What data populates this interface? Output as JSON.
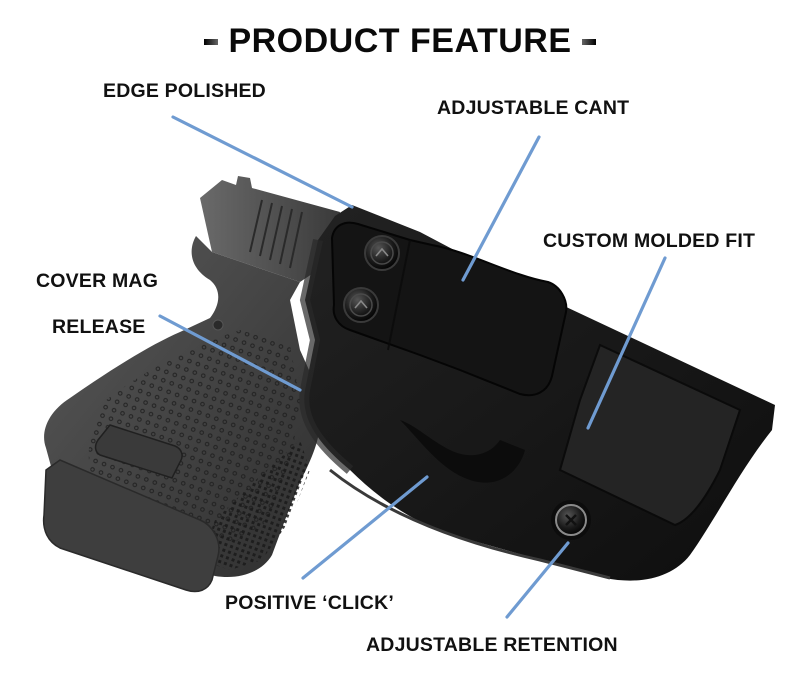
{
  "header": {
    "title": "PRODUCT FEATURE",
    "decor_left": "dash",
    "decor_right": "dash"
  },
  "colors": {
    "leader_line": "#6f9bd1",
    "holster": "#1a1a1a",
    "pistol": "#3c3c3c",
    "text": "#111111"
  },
  "features": [
    {
      "label": "EDGE POLISHED"
    },
    {
      "label": "ADJUSTABLE CANT"
    },
    {
      "label": "CUSTOM MOLDED FIT"
    },
    {
      "label": "COVER MAG"
    },
    {
      "label": "RELEASE"
    },
    {
      "label": "POSITIVE ‘CLICK’"
    },
    {
      "label": "ADJUSTABLE RETENTION"
    }
  ],
  "image": {
    "subject": "IWB holster with pistol",
    "icons": [
      "clip-screw-icon",
      "clip-screw-icon",
      "retention-screw-icon"
    ]
  }
}
